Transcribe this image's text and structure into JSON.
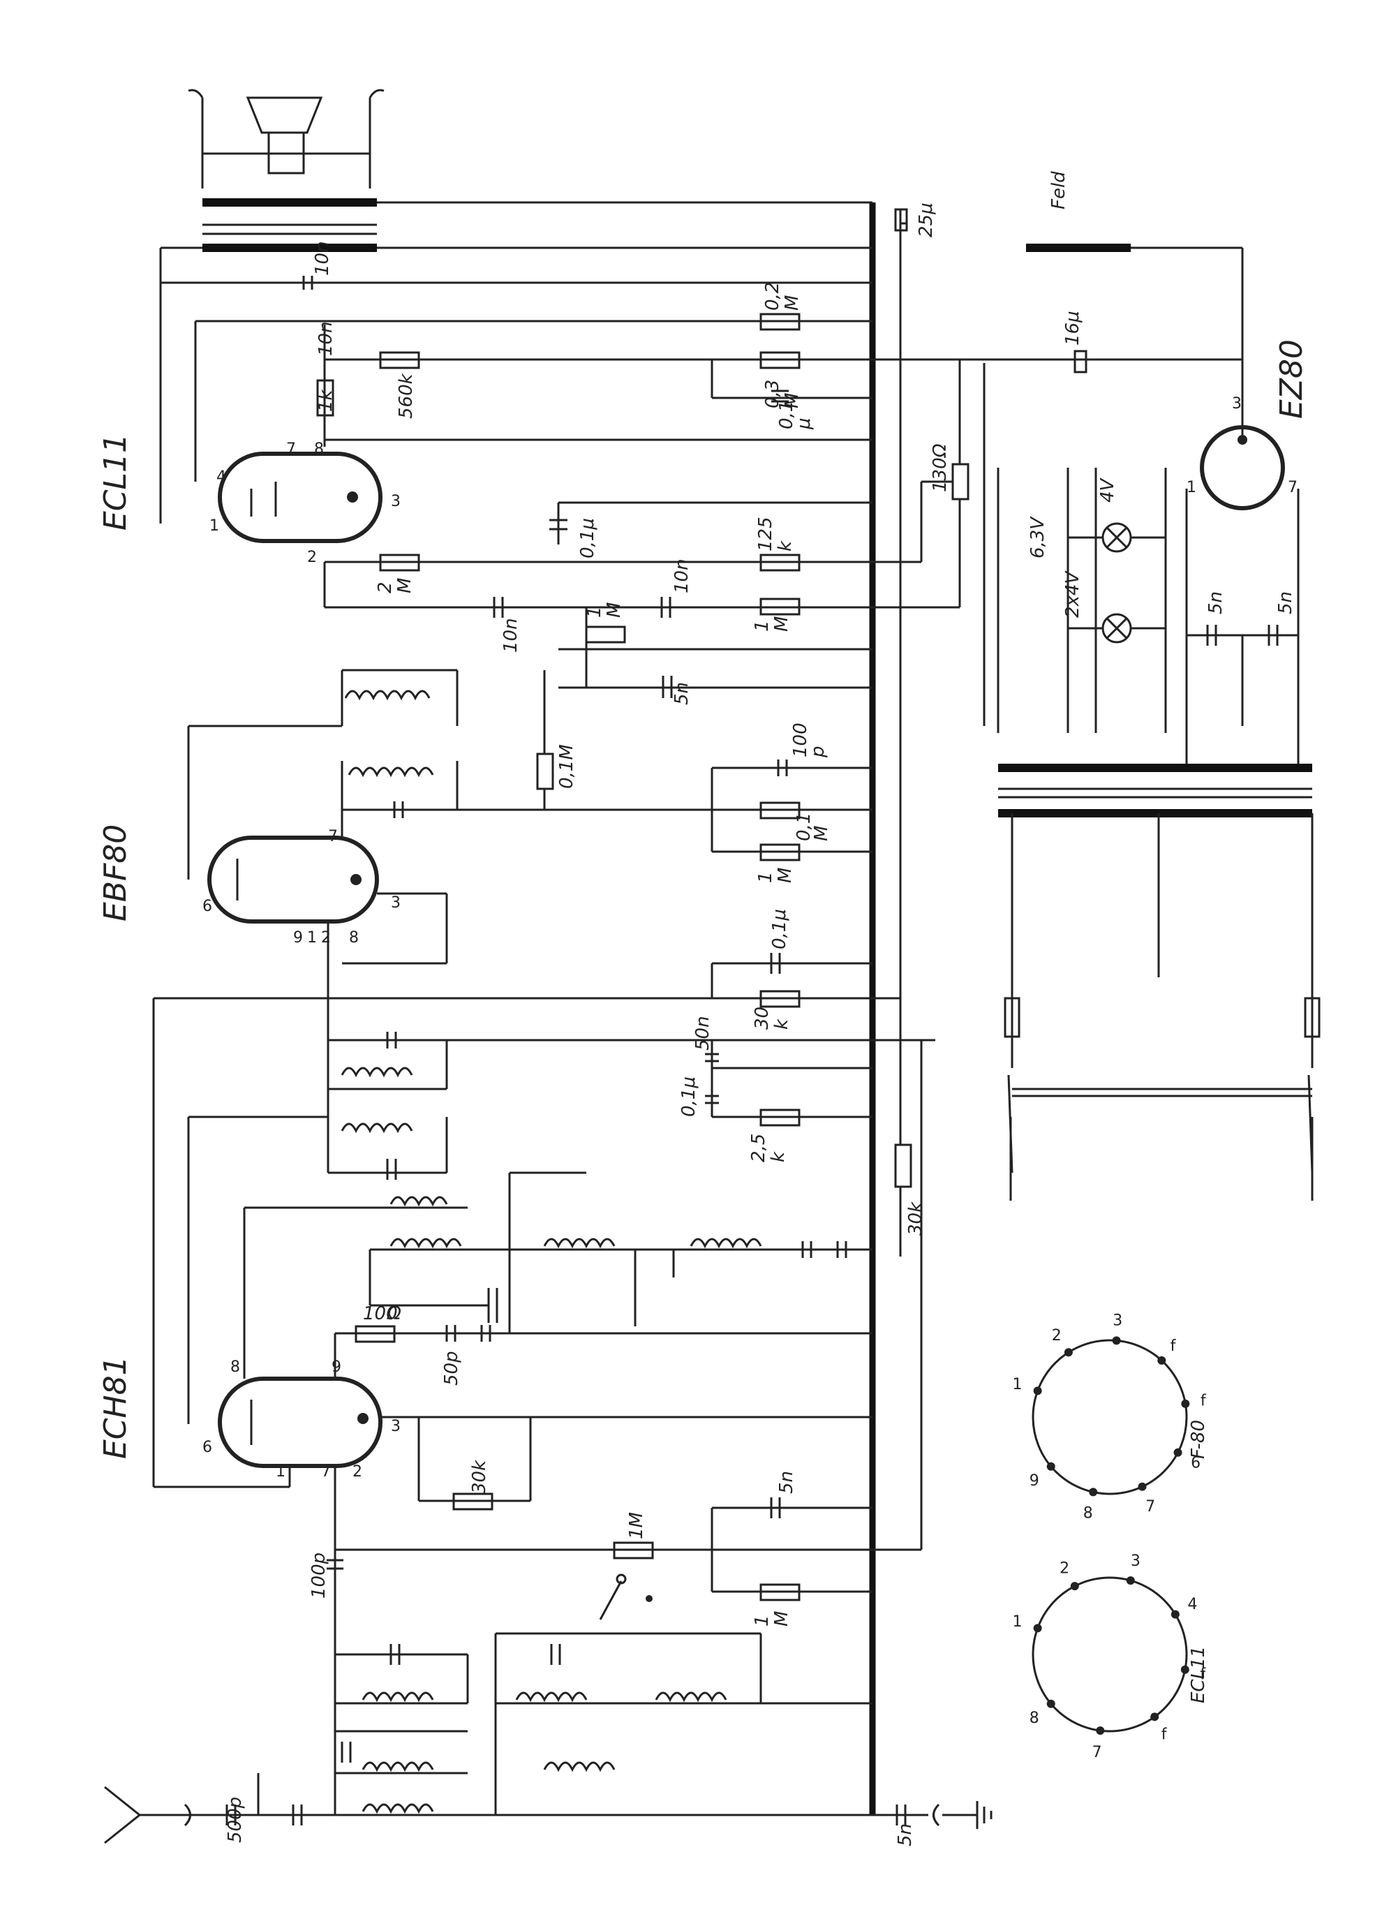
{
  "tubes": {
    "ecl11": "ECL11",
    "ebf80": "EBF80",
    "ech81": "ECH81",
    "ez80": "EZ80"
  },
  "components": {
    "c_25u": "25μ",
    "feld": "Feld",
    "c_10n_top": "10n",
    "c_10n_b": "10n",
    "r_02m_a": "0,2",
    "r_02m_b": "M",
    "c_16u": "16μ",
    "r_1k": "1k",
    "r_560k": "560k",
    "r_03m_a": "0,3",
    "r_03m_b": "M",
    "c_01u_m_a": "0,1",
    "c_01u_m_b": "μ",
    "r_130": "130Ω",
    "v_63": "6,3V",
    "v_4": "4V",
    "v_2x4": "2x4V",
    "c_01u": "0,1μ",
    "r_125k_a": "125",
    "r_125k_b": "k",
    "r_2m_a": "2",
    "r_2m_b": "M",
    "c_10n_c": "10n",
    "c_10n_d": "10n",
    "pot_1m_a": "1",
    "pot_1m_b": "M",
    "pot_1m2_a": "1",
    "pot_1m2_b": "M",
    "c_5n_a": "5n",
    "c_5n_b": "5n",
    "c_5n_c": "5n",
    "r_01m": "0,1M",
    "c_100p": "100",
    "c_100p_b": "p",
    "r_01m_b_a": "0,1",
    "r_01m_b_b": "M",
    "r_1m_a": "1",
    "r_1m_b": "M",
    "c_01u_b": "0,1μ",
    "r_30k_a": "30",
    "r_30k_b": "k",
    "c_50n": "50n",
    "c_01u_c": "0,1μ",
    "r_25k_a": "2,5",
    "r_25k_b": "k",
    "r_30k_c": "30k",
    "r_100": "100",
    "r_100_u": "Ω",
    "c_50p": "50p",
    "r_30k_d": "30k",
    "c_5n_d": "5n",
    "r_1m_c": "1M",
    "r_1m_d_a": "1",
    "r_1m_d_b": "M",
    "c_100p_g": "100p",
    "c_500p": "500p",
    "c_5n_e": "5n"
  },
  "pin_diagrams": {
    "f80": "F-80",
    "ecl11": "ECL11",
    "f80_pins": [
      "1",
      "2",
      "3",
      "f",
      "f",
      "6",
      "7",
      "8",
      "9"
    ],
    "ecl11_pins": [
      "1",
      "2",
      "3",
      "4",
      "f",
      "f",
      "7",
      "8"
    ]
  },
  "tube_pins": {
    "ecl11": [
      "1",
      "4",
      "2",
      "7",
      "8",
      "3"
    ],
    "ebf80": [
      "6",
      "9",
      "1",
      "2",
      "8",
      "7",
      "3"
    ],
    "ech81": [
      "6",
      "1",
      "7",
      "2",
      "8",
      "9",
      "3"
    ],
    "ez80": [
      "3",
      "1",
      "7"
    ]
  }
}
